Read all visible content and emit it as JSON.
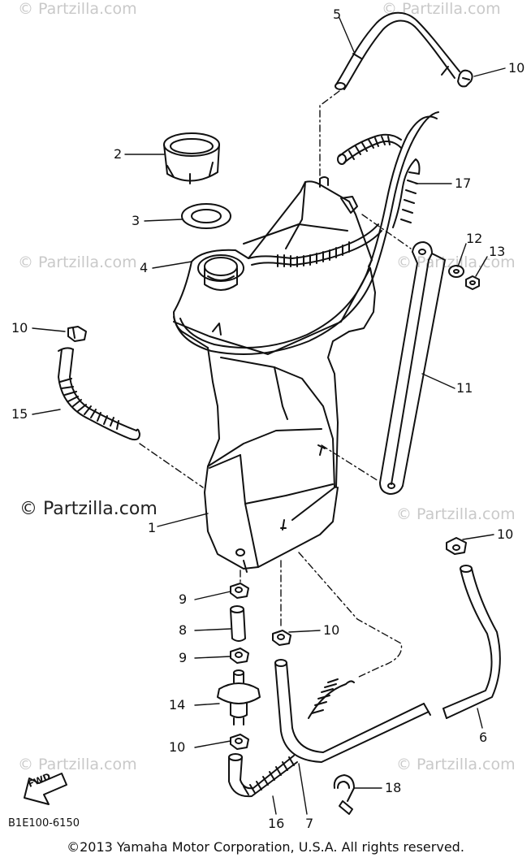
{
  "watermarks": {
    "small": "© Partzilla.com",
    "main": "© Partzilla.com"
  },
  "diagram_code": "B1E100-6150",
  "fwd_label": "FWD",
  "copyright": "©2013  Yamaha Motor Corporation, U.S.A. All rights reserved.",
  "callouts": [
    {
      "id": "c5",
      "label": "5"
    },
    {
      "id": "c10a",
      "label": "10"
    },
    {
      "id": "c2",
      "label": "2"
    },
    {
      "id": "c17",
      "label": "17"
    },
    {
      "id": "c3",
      "label": "3"
    },
    {
      "id": "c12",
      "label": "12"
    },
    {
      "id": "c13",
      "label": "13"
    },
    {
      "id": "c4",
      "label": "4"
    },
    {
      "id": "c10b",
      "label": "10"
    },
    {
      "id": "c11",
      "label": "11"
    },
    {
      "id": "c15",
      "label": "15"
    },
    {
      "id": "c1",
      "label": "1"
    },
    {
      "id": "c10c",
      "label": "10"
    },
    {
      "id": "c9a",
      "label": "9"
    },
    {
      "id": "c8",
      "label": "8"
    },
    {
      "id": "c10d",
      "label": "10"
    },
    {
      "id": "c9b",
      "label": "9"
    },
    {
      "id": "c14",
      "label": "14"
    },
    {
      "id": "c6",
      "label": "6"
    },
    {
      "id": "c10e",
      "label": "10"
    },
    {
      "id": "c18",
      "label": "18"
    },
    {
      "id": "c16",
      "label": "16"
    },
    {
      "id": "c7",
      "label": "7"
    }
  ]
}
